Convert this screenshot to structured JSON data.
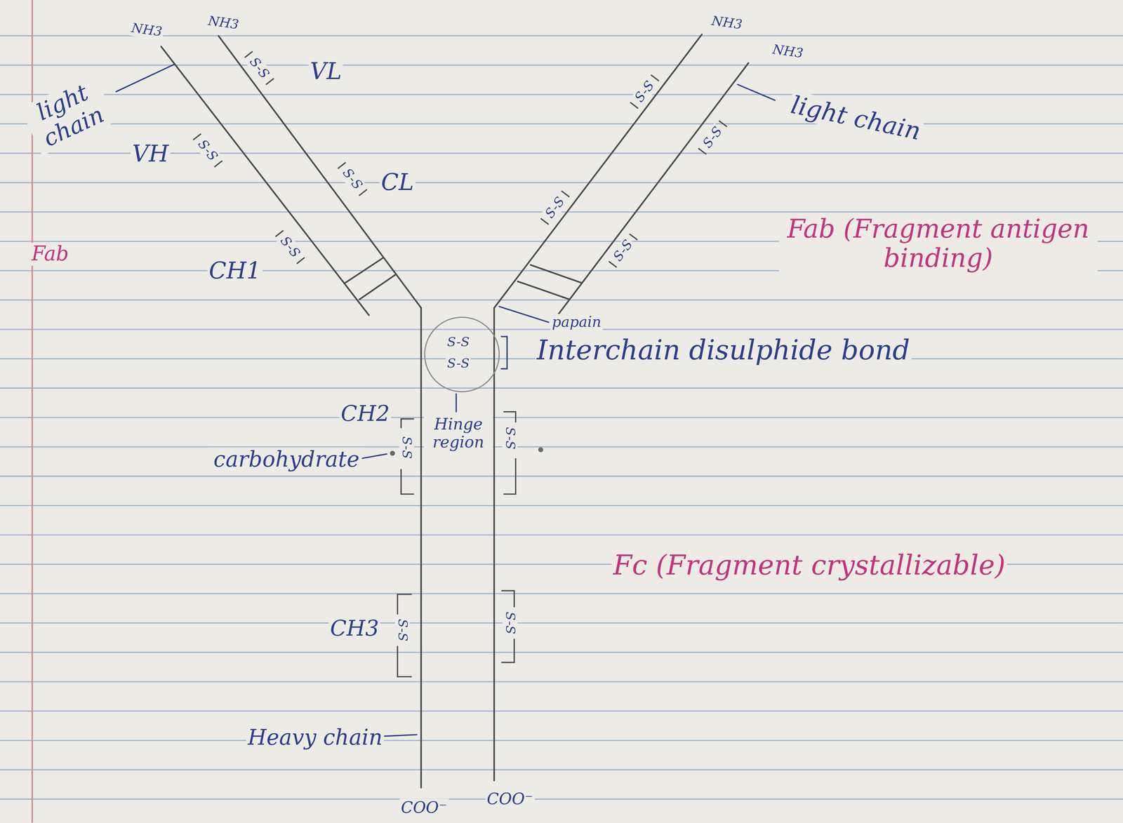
{
  "diagram": {
    "labels": [
      "NH3",
      "NH3",
      "NH3",
      "NH3",
      "light chain",
      "VL",
      "VH",
      "CL",
      "CH1",
      "Fab",
      "light chain",
      "Fab (Fragment antigen binding)",
      "papain",
      "Interchain disulphide bond",
      "CH2",
      "Hinge region",
      "carbohydrate",
      "Fc (Fragment crystallizable)",
      "CH3",
      "Heavy chain",
      "COO⁻",
      "COO⁻",
      "S-S",
      "S-S",
      "S-S",
      "S-S",
      "S-S",
      "S-S",
      "S-S",
      "S-S",
      "S-S",
      "S-S",
      "S-S",
      "S-S",
      "S-S",
      "S-S"
    ]
  }
}
